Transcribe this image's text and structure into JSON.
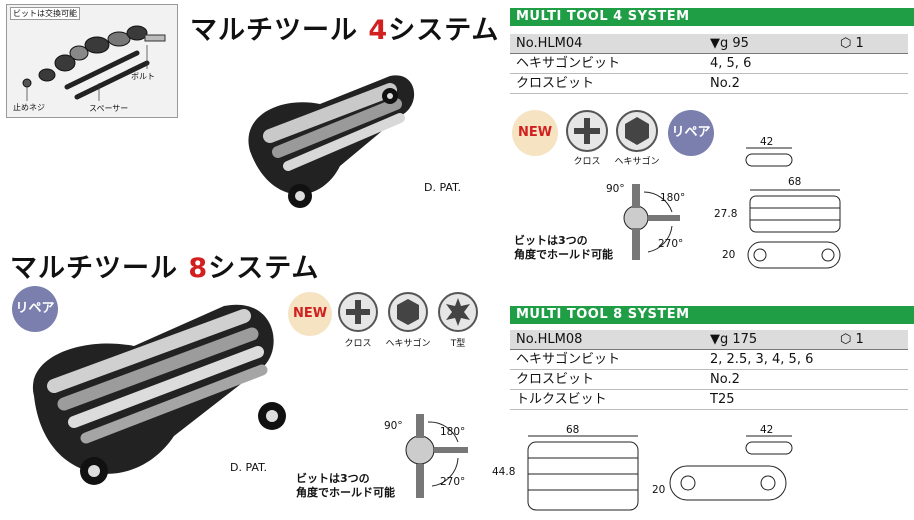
{
  "exploded_view": {
    "caption": "ビットは交換可能",
    "labels": {
      "bolt": "ボルト",
      "stop_screw": "止めネジ",
      "spacer": "スペーサー"
    }
  },
  "tool4": {
    "title_prefix": "マルチツール ",
    "title_number": "4",
    "title_suffix": "システム",
    "patent": "D. PAT.",
    "band_title": "MULTI TOOL 4 SYSTEM",
    "spec": {
      "model": "No.HLM04",
      "weight": "▼g 95",
      "qty": "⬡ 1",
      "rows": [
        {
          "name": "ヘキサゴンビット",
          "value": "4, 5, 6"
        },
        {
          "name": "クロスビット",
          "value": "No.2"
        }
      ]
    },
    "badges": {
      "new": "NEW",
      "repair": "リペア"
    },
    "icon_captions": [
      "クロス",
      "ヘキサゴン"
    ],
    "angles": [
      "90°",
      "180°",
      "270°"
    ],
    "angle_note_line1": "ビットは3つの",
    "angle_note_line2": "角度でホールド可能",
    "dimensions": {
      "head_width": "42",
      "length": "68",
      "height": "27.8",
      "thickness": "20"
    }
  },
  "tool8": {
    "title_prefix": "マルチツール ",
    "title_number": "8",
    "title_suffix": "システム",
    "patent": "D. PAT.",
    "band_title": "MULTI TOOL 8 SYSTEM",
    "spec": {
      "model": "No.HLM08",
      "weight": "▼g 175",
      "qty": "⬡ 1",
      "rows": [
        {
          "name": "ヘキサゴンビット",
          "value": "2, 2.5, 3, 4, 5, 6"
        },
        {
          "name": "クロスビット",
          "value": "No.2"
        },
        {
          "name": "トルクスビット",
          "value": "T25"
        }
      ]
    },
    "badges": {
      "new": "NEW",
      "repair": "リペア"
    },
    "icon_captions": [
      "クロス",
      "ヘキサゴン",
      "T型"
    ],
    "angles": [
      "90°",
      "180°",
      "270°"
    ],
    "angle_note_line1": "ビットは3つの",
    "angle_note_line2": "角度でホールド可能",
    "dimensions": {
      "length": "68",
      "head_width": "42",
      "height": "44.8",
      "thickness": "20"
    }
  }
}
